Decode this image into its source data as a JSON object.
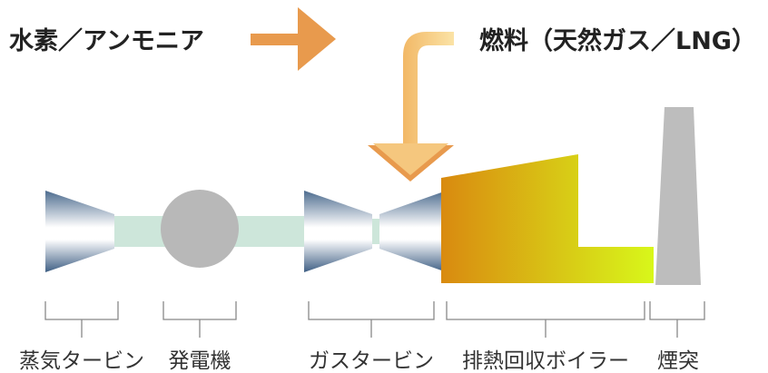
{
  "header": {
    "input_label": "水素／アンモニア",
    "fuel_label": "燃料（天然ガス／LNG）"
  },
  "components": {
    "steam_turbine": "蒸気タービン",
    "generator": "発電機",
    "gas_turbine": "ガスタービン",
    "hrsg": "排熱回収ボイラー",
    "stack": "煙突"
  },
  "colors": {
    "arrow": "#E89A4D",
    "arrow_light": "#F5C77E",
    "shaft": "#CDE6DA",
    "generator": "#B8B8B8",
    "boiler_start": "#D98A10",
    "boiler_end": "#D8F71A",
    "stack": "#BDBDBD",
    "bracket": "#888888"
  },
  "icons": {
    "input_arrow": "right-arrow",
    "fuel_arrow": "curved-down-arrow"
  }
}
